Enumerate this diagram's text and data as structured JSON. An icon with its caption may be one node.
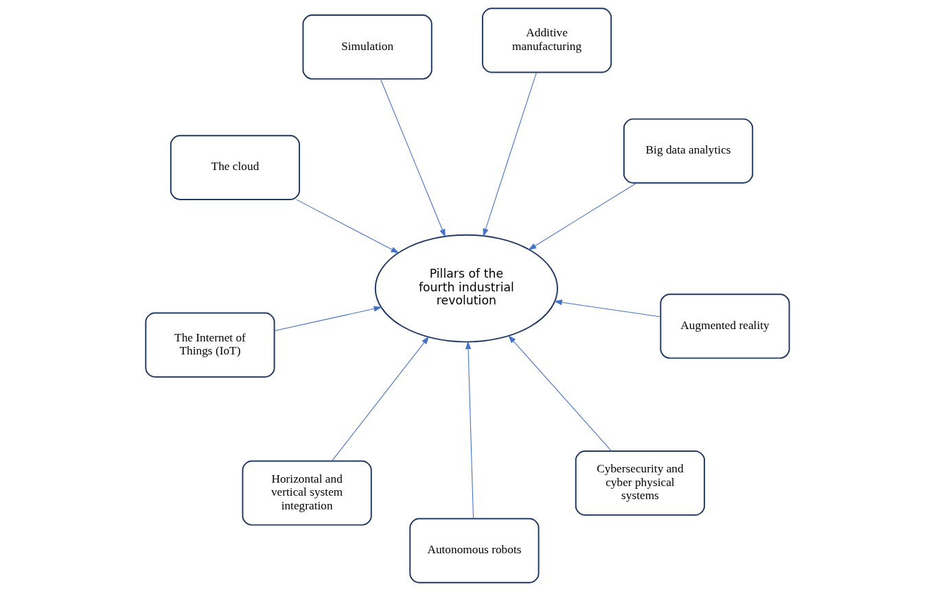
{
  "diagram": {
    "nodes": [
      {
        "text": [
          "The cloud"
        ]
      },
      {
        "text": [
          "Big data analytics"
        ]
      },
      {
        "text": [
          "Autonomous robots"
        ]
      },
      {
        "text": [
          "Simulation"
        ]
      },
      {
        "text": [
          "Additive manufacturing"
        ]
      },
      {
        "text": [
          "Pillars of the fourth industrial revolution"
        ]
      },
      {
        "text": [
          "The Internet of Things (IoT)"
        ]
      },
      {
        "text": [
          "Augmented reality"
        ]
      },
      {
        "text": [
          "Horizontal and vertical system integration"
        ]
      },
      {
        "text": [
          "Cybersecurity and cyber physical systems"
        ]
      }
    ],
    "edges": [
      {
        "from": 0,
        "to": 5,
        "arrow": "to"
      },
      {
        "from": 1,
        "to": 5,
        "arrow": "to"
      },
      {
        "from": 2,
        "to": 5,
        "arrow": "to"
      },
      {
        "from": 3,
        "to": 5,
        "arrow": "to"
      },
      {
        "from": 4,
        "to": 5,
        "arrow": "to"
      },
      {
        "from": 6,
        "to": 5,
        "arrow": "to"
      },
      {
        "from": 7,
        "to": 5,
        "arrow": "to"
      },
      {
        "from": 8,
        "to": 5,
        "arrow": "to"
      },
      {
        "from": 9,
        "to": 5,
        "arrow": "to"
      }
    ]
  }
}
